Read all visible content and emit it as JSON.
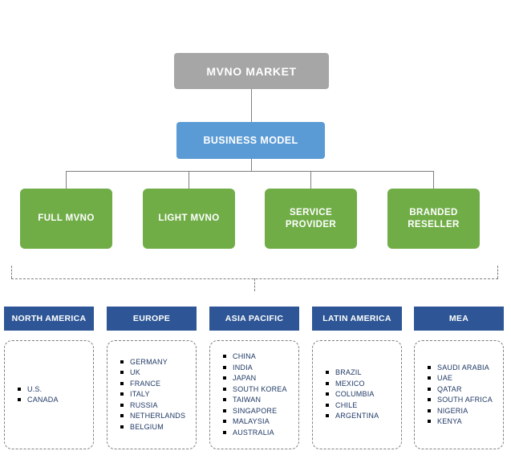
{
  "root": {
    "label": "MVNO MARKET"
  },
  "business_model": {
    "label": "BUSINESS MODEL"
  },
  "models": [
    {
      "label": "FULL MVNO"
    },
    {
      "label": "LIGHT MVNO"
    },
    {
      "label": "SERVICE PROVIDER"
    },
    {
      "label": "BRANDED RESELLER"
    }
  ],
  "regions": [
    {
      "label": "NORTH AMERICA",
      "countries": [
        "U.S.",
        "CANADA"
      ]
    },
    {
      "label": "EUROPE",
      "countries": [
        "GERMANY",
        "UK",
        "FRANCE",
        "ITALY",
        "RUSSIA",
        "NETHERLANDS",
        "BELGIUM"
      ]
    },
    {
      "label": "ASIA PACIFIC",
      "countries": [
        "CHINA",
        "INDIA",
        "JAPAN",
        "SOUTH KOREA",
        "TAIWAN",
        "SINGAPORE",
        "MALAYSIA",
        "AUSTRALIA"
      ]
    },
    {
      "label": "LATIN AMERICA",
      "countries": [
        "BRAZIL",
        "MEXICO",
        "COLUMBIA",
        "CHILE",
        "ARGENTINA"
      ]
    },
    {
      "label": "MEA",
      "countries": [
        "SAUDI ARABIA",
        "UAE",
        "QATAR",
        "SOUTH AFRICA",
        "NIGERIA",
        "KENYA"
      ]
    }
  ],
  "colors": {
    "root_box": "#a6a6a6",
    "business_model_box": "#5b9bd5",
    "model_box": "#70ad47",
    "region_header": "#2e5696",
    "list_text": "#1f3864",
    "connector": "#7f7f7f"
  }
}
